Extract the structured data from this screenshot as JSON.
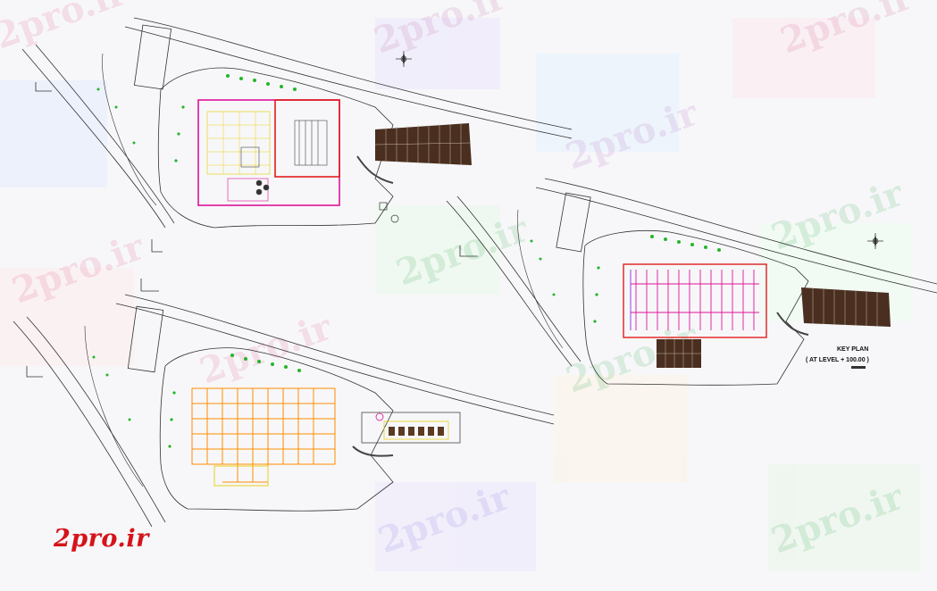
{
  "brand": {
    "logo_text": "2pro.ir",
    "color": "#d5131a"
  },
  "watermark": {
    "text": "2pro.ir"
  },
  "plans": [
    {
      "id": "plan-top-left"
    },
    {
      "id": "plan-bottom-left"
    },
    {
      "id": "plan-right"
    }
  ],
  "key_plan": {
    "title": "KEY PLAN",
    "subtitle": "( AT LEVEL + 100.00 )"
  },
  "colors": {
    "background": "#f7f7f9",
    "linework": "#2b2b2b",
    "magenta": "#e0139a",
    "red": "#e11d1d",
    "orange": "#ff8c00",
    "yellow": "#e6d21a",
    "green": "#25b52a",
    "brown": "#4a2f20"
  },
  "icons": [
    "north-arrow-icon"
  ]
}
